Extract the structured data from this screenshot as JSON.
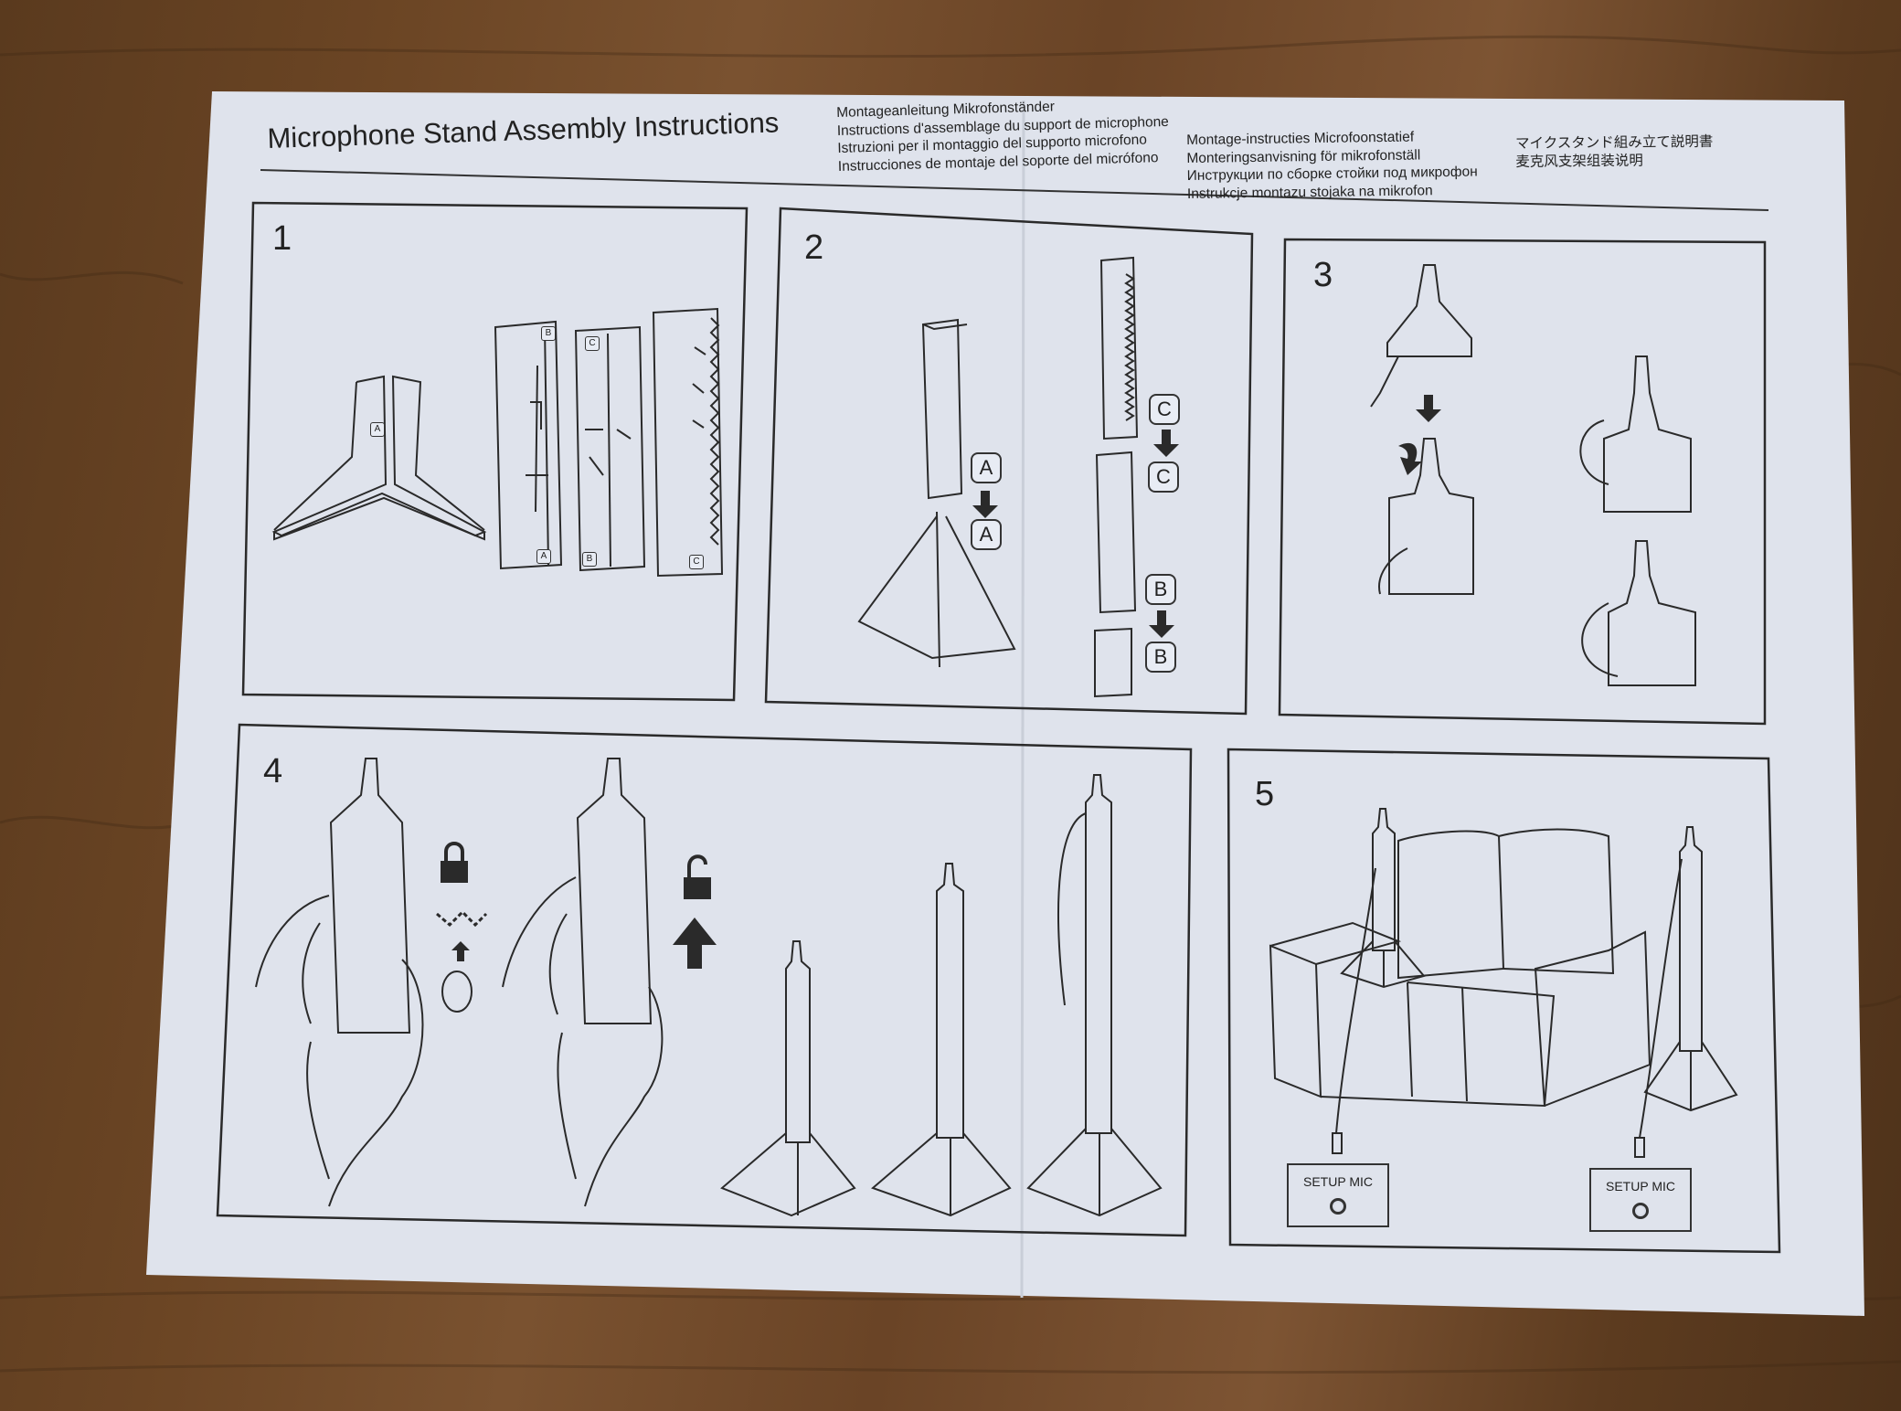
{
  "title": "Microphone Stand Assembly Instructions",
  "translations": {
    "column1": [
      "Montageanleitung Mikrofonständer",
      "Instructions d'assemblage du support de microphone",
      "Istruzioni per il montaggio del supporto microfono",
      "Instrucciones de montaje del soporte del micrófono"
    ],
    "column2": [
      "Montage-instructies Microfoonstatief",
      "Monteringsanvisning för mikrofonställ",
      "Инструкции по сборке стойки под микрофон",
      "Instrukcje montazu stojaka na mikrofon"
    ],
    "column3": [
      "マイクスタンド組み立て説明書",
      "麦克风支架组装说明"
    ]
  },
  "steps": [
    {
      "number": "1"
    },
    {
      "number": "2"
    },
    {
      "number": "3"
    },
    {
      "number": "4"
    },
    {
      "number": "5"
    }
  ],
  "part_labels": {
    "a": "A",
    "b": "B",
    "c": "C"
  },
  "setup_labels": [
    "SETUP MIC",
    "SETUP MIC"
  ],
  "colors": {
    "paper": "#dfe3ec",
    "ink": "#2a2a2a",
    "wood": "#6b4524"
  },
  "icons": [
    "lock-closed-icon",
    "lock-open-icon",
    "arrow-down-icon",
    "arrow-up-icon",
    "hand-icon",
    "sofa-icon",
    "microphone-stand-icon"
  ]
}
